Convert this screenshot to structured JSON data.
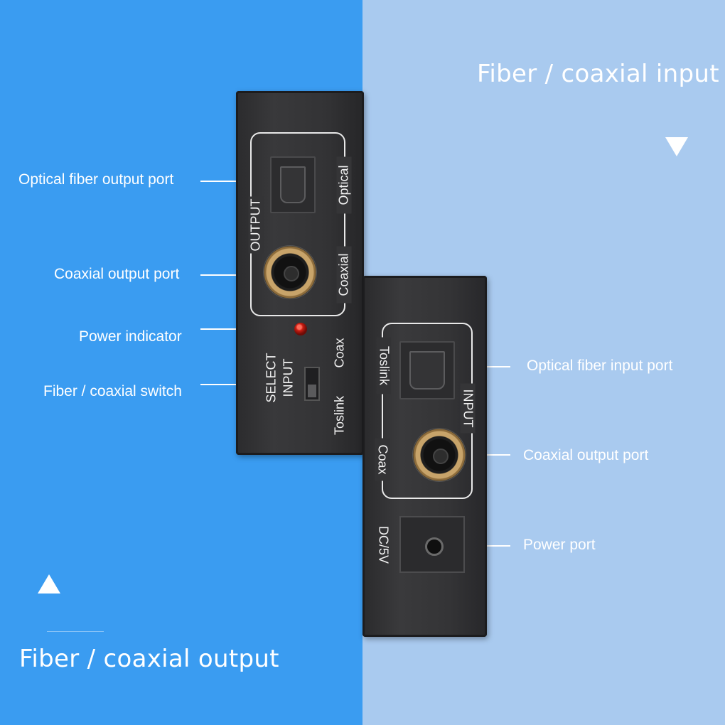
{
  "headings": {
    "input": "Fiber / coaxial input",
    "output": "Fiber / coaxial output"
  },
  "callouts_left": {
    "optical_out": "Optical fiber output port",
    "coax_out": "Coaxial output port",
    "power_indicator": "Power indicator",
    "switch": "Fiber / coaxial switch"
  },
  "callouts_right": {
    "optical_in": "Optical fiber input port",
    "coax_in": "Coaxial output port",
    "power_port": "Power port"
  },
  "device_output_labels": {
    "output": "OUTPUT",
    "optical": "Optical",
    "coaxial": "Coaxial",
    "select": "SELECT",
    "input": "INPUT",
    "coax": "Coax",
    "toslink": "Toslink"
  },
  "device_input_labels": {
    "toslink": "Toslink",
    "input": "INPUT",
    "coax": "Coax",
    "dc": "DC/5V"
  },
  "colors": {
    "left_bg": "#3a9cf1",
    "right_bg": "#a9caef",
    "device": "#333335",
    "gold_ring": "#c8a46a",
    "led_red": "#c81d12"
  },
  "icons": {
    "input_arrow": "triangle-down-icon",
    "output_arrow": "triangle-up-icon"
  }
}
